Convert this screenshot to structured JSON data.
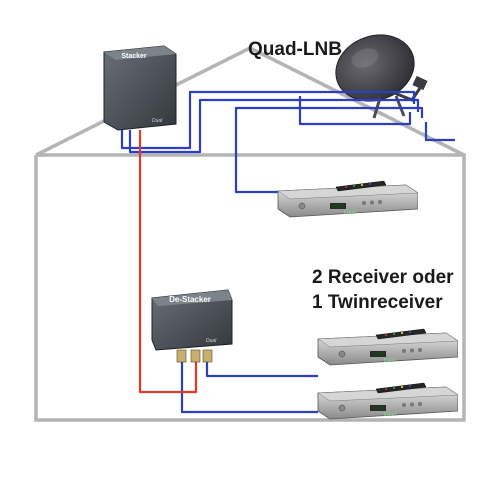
{
  "labels": {
    "lnb": "Quad-LNB",
    "receivers_line1": "2 Receiver oder",
    "receivers_line2": "1 Twinreceiver"
  },
  "devices": {
    "stacker": {
      "name": "Stacker"
    },
    "destacker": {
      "name": "De-Stacker"
    },
    "receiver_display": "5000"
  },
  "colors": {
    "house_outline": "#b4b4b4",
    "cable_blue": "#2c3fc4",
    "cable_red": "#e23a2a",
    "device_body": "#4a5058"
  }
}
